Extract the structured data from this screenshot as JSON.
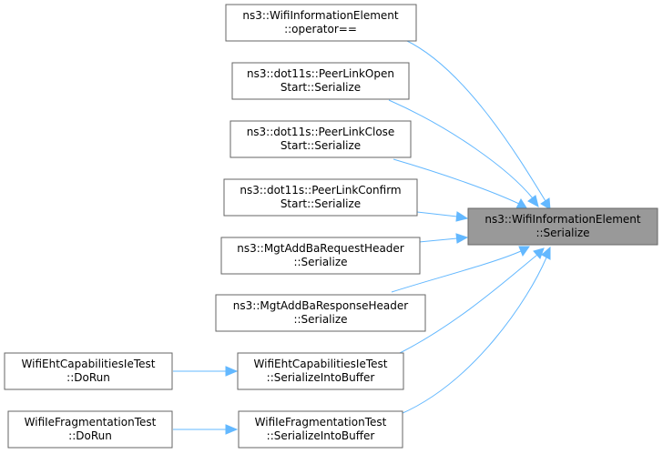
{
  "colors": {
    "edge": "#63b8ff",
    "focus_fill": "#999999",
    "node_border": "#666666",
    "node_fill": "#ffffff"
  },
  "nodes": {
    "focus": {
      "line1": "ns3::WifiInformationElement",
      "line2": "::Serialize"
    },
    "operator_eq": {
      "line1": "ns3::WifiInformationElement",
      "line2": "::operator=="
    },
    "peer_open": {
      "line1": "ns3::dot11s::PeerLinkOpen",
      "line2": "Start::Serialize"
    },
    "peer_close": {
      "line1": "ns3::dot11s::PeerLinkClose",
      "line2": "Start::Serialize"
    },
    "peer_confirm": {
      "line1": "ns3::dot11s::PeerLinkConfirm",
      "line2": "Start::Serialize"
    },
    "addba_req": {
      "line1": "ns3::MgtAddBaRequestHeader",
      "line2": "::Serialize"
    },
    "addba_resp": {
      "line1": "ns3::MgtAddBaResponseHeader",
      "line2": "::Serialize"
    },
    "eht_serialize": {
      "line1": "WifiEhtCapabilitiesIeTest",
      "line2": "::SerializeIntoBuffer"
    },
    "eht_dorun": {
      "line1": "WifiEhtCapabilitiesIeTest",
      "line2": "::DoRun"
    },
    "frag_serialize": {
      "line1": "WifiIeFragmentationTest",
      "line2": "::SerializeIntoBuffer"
    },
    "frag_dorun": {
      "line1": "WifiIeFragmentationTest",
      "line2": "::DoRun"
    }
  }
}
